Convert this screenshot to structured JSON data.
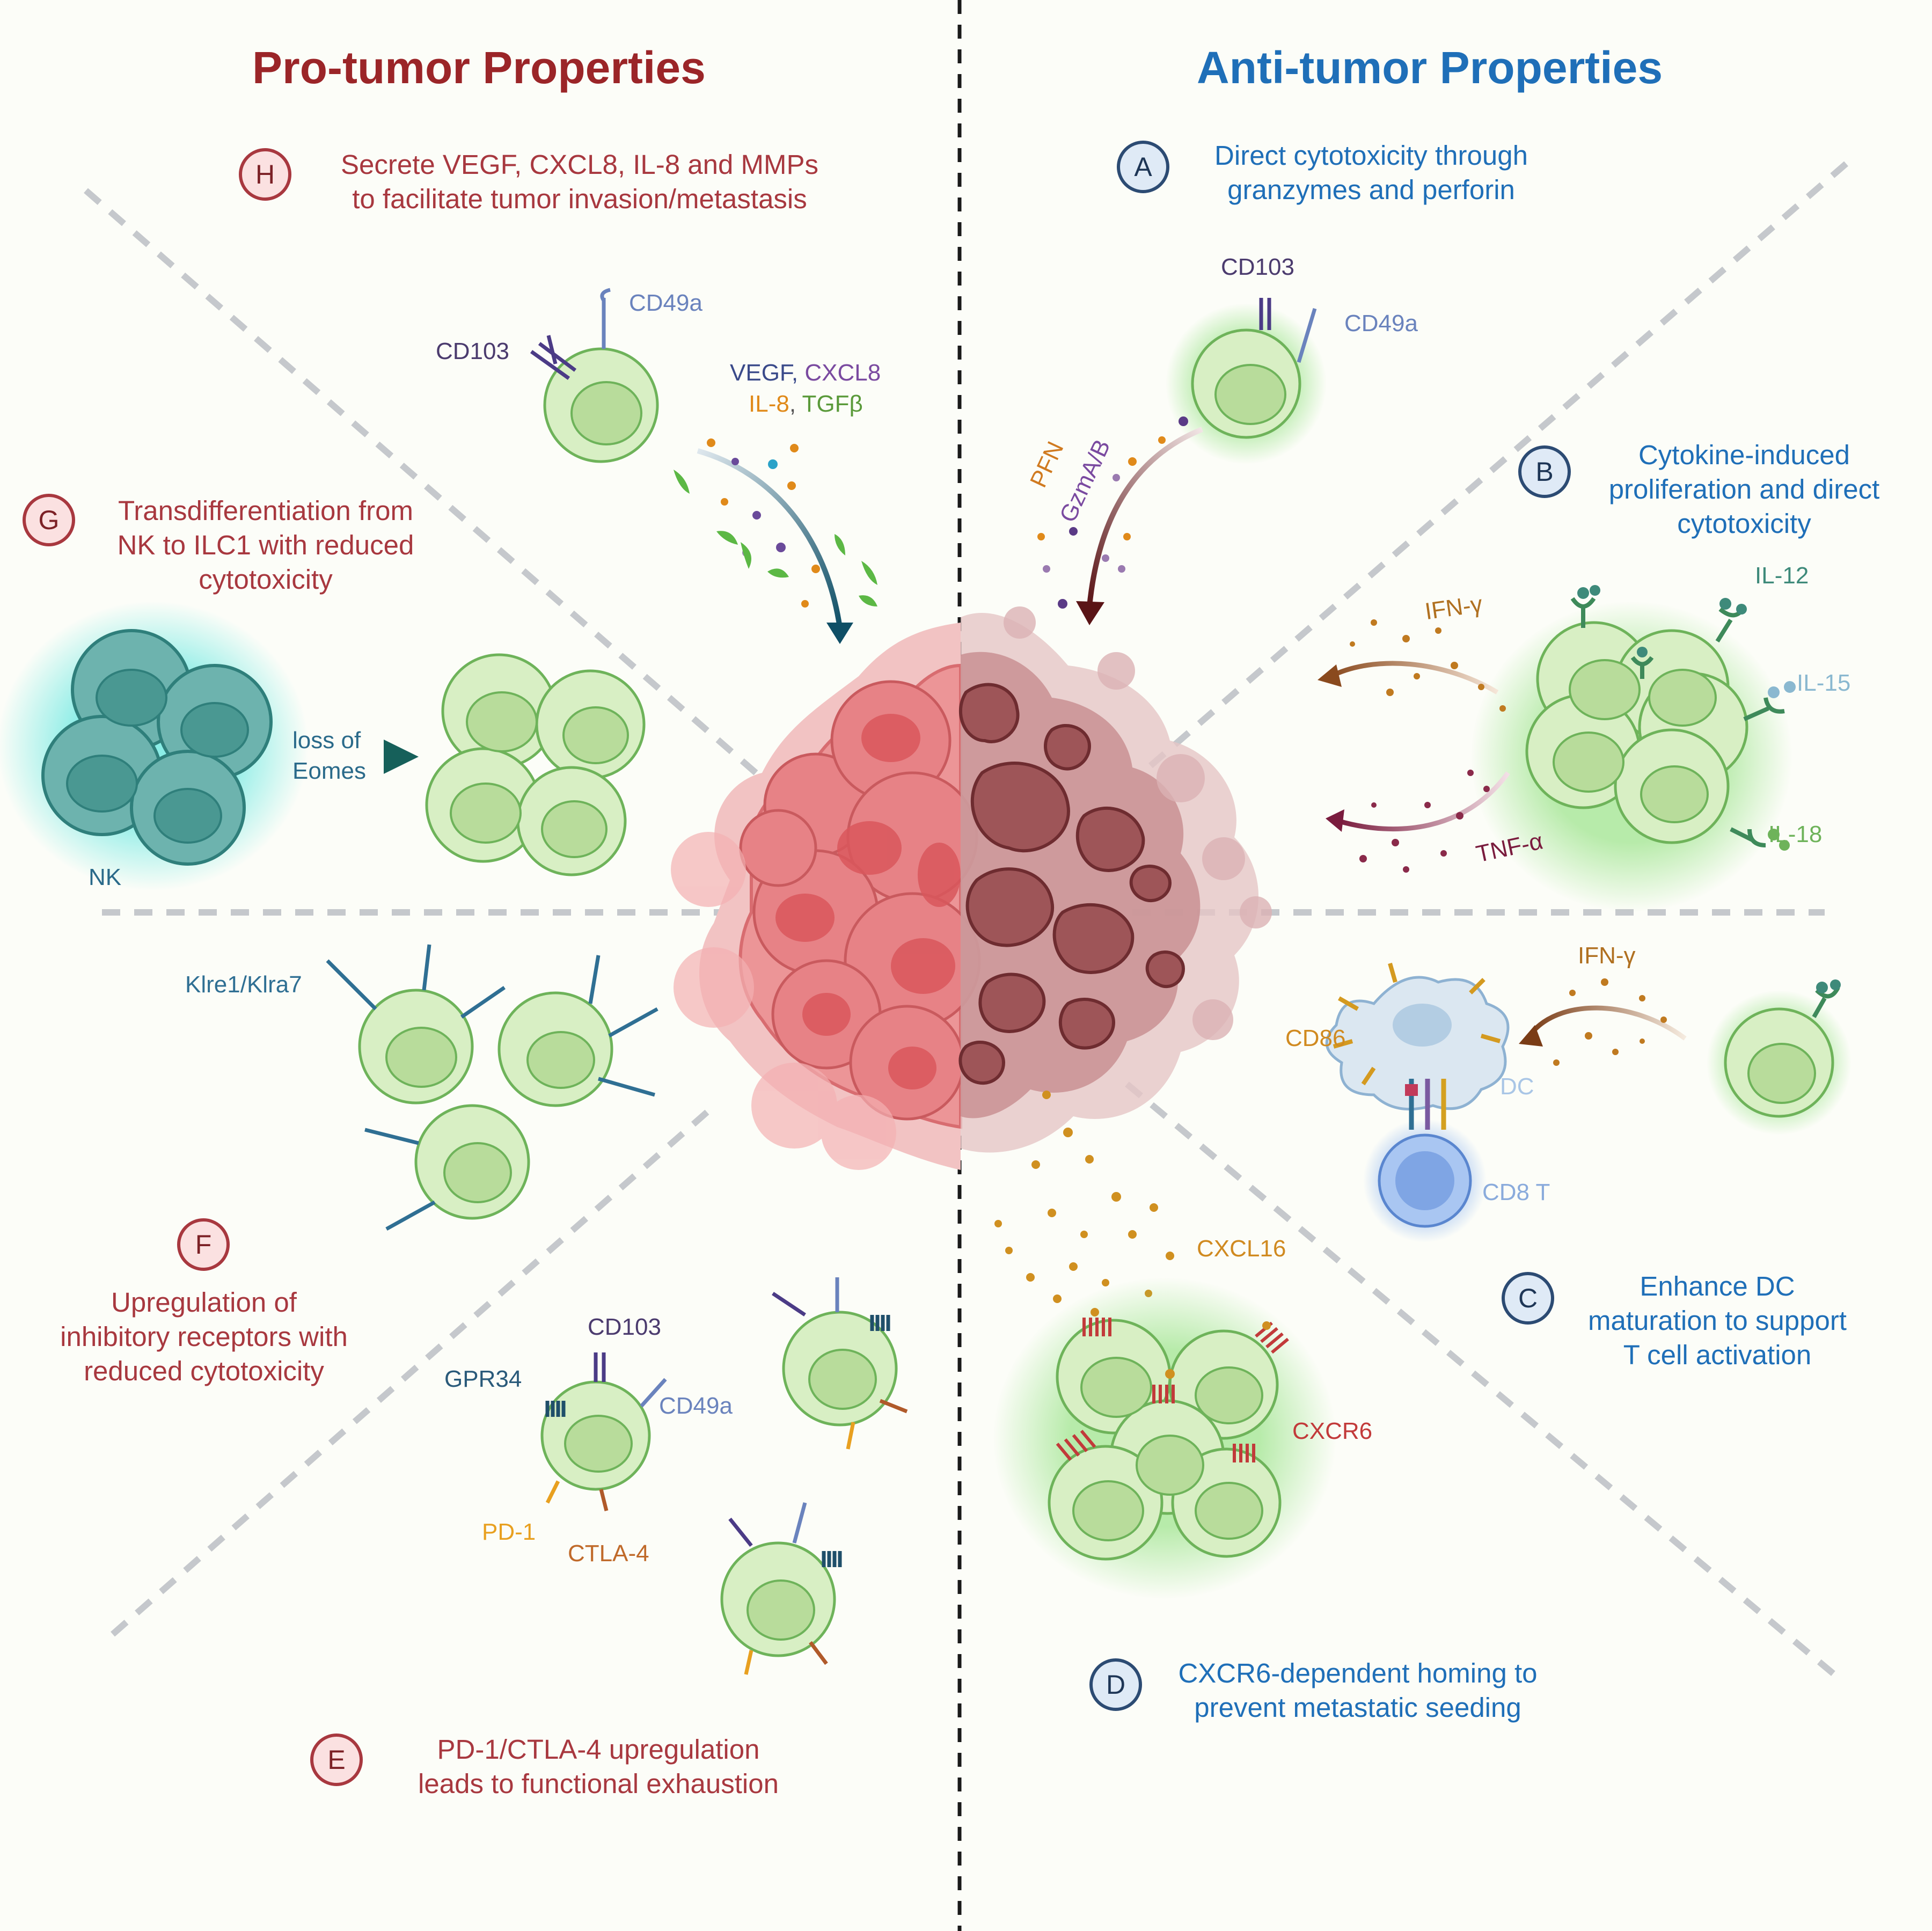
{
  "headers": {
    "pro": "Pro-tumor Properties",
    "anti": "Anti-tumor Properties"
  },
  "panels": {
    "H": {
      "tag": "H",
      "lines": [
        "Secrete VEGF, CXCL8, IL-8 and MMPs",
        "to facilitate tumor invasion/metastasis"
      ]
    },
    "G": {
      "tag": "G",
      "lines": [
        "Transdifferentiation from",
        "NK to ILC1 with reduced",
        "cytotoxicity"
      ]
    },
    "F": {
      "tag": "F",
      "lines": [
        "Upregulation of",
        "inhibitory receptors with",
        "reduced cytotoxicity"
      ]
    },
    "E": {
      "tag": "E",
      "lines": [
        "PD-1/CTLA-4 upregulation",
        "leads to functional exhaustion"
      ]
    },
    "A": {
      "tag": "A",
      "lines": [
        "Direct cytotoxicity through",
        "granzymes and perforin"
      ]
    },
    "B": {
      "tag": "B",
      "lines": [
        "Cytokine-induced",
        "proliferation and direct",
        "cytotoxicity"
      ]
    },
    "C": {
      "tag": "C",
      "lines": [
        "Enhance DC",
        "maturation to support",
        "T cell activation"
      ]
    },
    "D": {
      "tag": "D",
      "lines": [
        "CXCR6-dependent homing to",
        "prevent metastatic seeding"
      ]
    }
  },
  "labels": {
    "h_cd49a": "CD49a",
    "h_cd103": "CD103",
    "h_vegf": "VEGF",
    "h_comma1": ", ",
    "h_cxcl8": "CXCL8",
    "h_il8": "IL-8",
    "h_comma2": ", ",
    "h_tgfb": "TGFβ",
    "g_loss1": "loss of",
    "g_loss2": "Eomes",
    "g_nk": "NK",
    "f_klre": "Klre1/Klra7",
    "e_cd103": "CD103",
    "e_gpr34": "GPR34",
    "e_cd49a": "CD49a",
    "e_pd1": "PD-1",
    "e_ctla4": "CTLA-4",
    "a_cd103": "CD103",
    "a_cd49a": "CD49a",
    "a_pfn": "PFN",
    "a_gzm": "GzmA/B",
    "b_ifng": "IFN-γ",
    "b_tnfa": "TNF-α",
    "b_il12": "IL-12",
    "b_il15": "IL-15",
    "b_il18": "IL-18",
    "c_ifng": "IFN-γ",
    "c_cd86": "CD86",
    "c_dc": "DC",
    "c_cd8t": "CD8 T",
    "d_cxcl16": "CXCL16",
    "d_cxcr6": "CXCR6"
  },
  "colors": {
    "pro_red": "#9b2528",
    "anti_blue": "#1f6fb8",
    "cell_green": "#d8efc4",
    "nk_teal": "#6db3ae",
    "tumor_pink": "#e8787c",
    "dead_tumor": "#a86a6c"
  }
}
